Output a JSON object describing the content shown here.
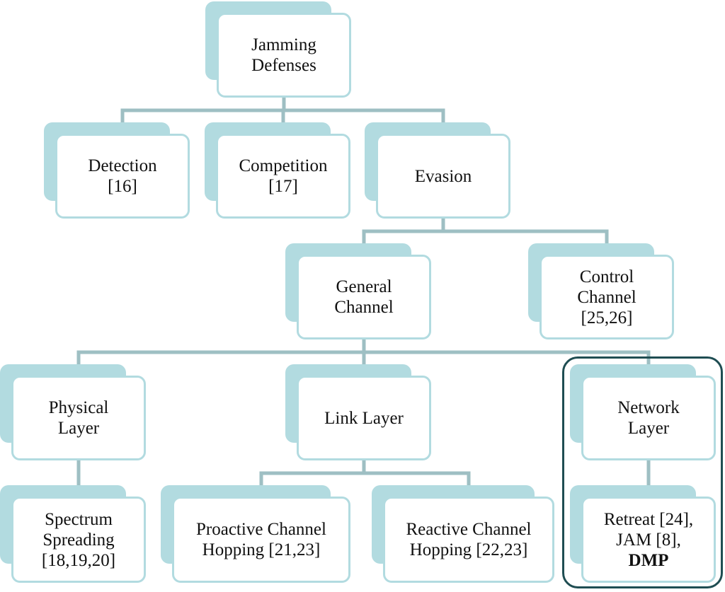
{
  "diagram": {
    "type": "hierarchy tree",
    "colors": {
      "card_border": "#b2dbe0",
      "card_shadow": "#b2dbe0",
      "connector": "#9ebfc3",
      "highlight_border": "#1f4d52",
      "text": "#111111"
    },
    "nodes": {
      "root": {
        "lines": [
          "Jamming",
          "Defenses"
        ]
      },
      "detection": {
        "lines": [
          "Detection",
          "[16]"
        ]
      },
      "competition": {
        "lines": [
          "Competition",
          "[17]"
        ]
      },
      "evasion": {
        "lines": [
          "Evasion"
        ]
      },
      "general_channel": {
        "lines": [
          "General",
          "Channel"
        ]
      },
      "control_channel": {
        "lines": [
          "Control",
          "Channel",
          "[25,26]"
        ]
      },
      "physical_layer": {
        "lines": [
          "Physical",
          "Layer"
        ]
      },
      "link_layer": {
        "lines": [
          "Link Layer"
        ]
      },
      "network_layer": {
        "lines": [
          "Network",
          "Layer"
        ]
      },
      "spectrum_spreading": {
        "lines": [
          "Spectrum",
          "Spreading",
          "[18,19,20]"
        ]
      },
      "proactive_hopping": {
        "lines": [
          "Proactive Channel",
          "Hopping [21,23]"
        ]
      },
      "reactive_hopping": {
        "lines": [
          "Reactive Channel",
          "Hopping [22,23]"
        ]
      },
      "network_refs": {
        "lines": [
          "Retreat [24],",
          "JAM [8],",
          "DMP"
        ],
        "bold_line": 2
      }
    },
    "edges": [
      [
        "root",
        "detection"
      ],
      [
        "root",
        "competition"
      ],
      [
        "root",
        "evasion"
      ],
      [
        "evasion",
        "general_channel"
      ],
      [
        "evasion",
        "control_channel"
      ],
      [
        "general_channel",
        "physical_layer"
      ],
      [
        "general_channel",
        "link_layer"
      ],
      [
        "general_channel",
        "network_layer"
      ],
      [
        "physical_layer",
        "spectrum_spreading"
      ],
      [
        "link_layer",
        "proactive_hopping"
      ],
      [
        "link_layer",
        "reactive_hopping"
      ],
      [
        "network_layer",
        "network_refs"
      ]
    ],
    "highlighted_group": [
      "network_layer",
      "network_refs"
    ]
  }
}
